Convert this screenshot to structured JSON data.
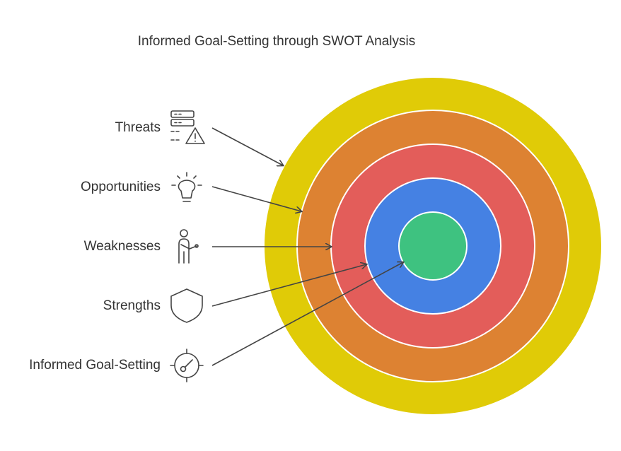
{
  "title": "Informed Goal-Setting through SWOT Analysis",
  "items": [
    {
      "label": "Threats",
      "icon": "server-warning-icon",
      "color": "#E0CB07"
    },
    {
      "label": "Opportunities",
      "icon": "lightbulb-icon",
      "color": "#DD8232"
    },
    {
      "label": "Weaknesses",
      "icon": "person-icon",
      "color": "#E35D5A"
    },
    {
      "label": "Strengths",
      "icon": "shield-icon",
      "color": "#4581E3"
    },
    {
      "label": "Informed Goal-Setting",
      "icon": "target-gauge-icon",
      "color": "#3EC280"
    }
  ],
  "colors": {
    "text": "#333333",
    "icon_stroke": "#444444",
    "ring_separator": "#ffffff"
  }
}
